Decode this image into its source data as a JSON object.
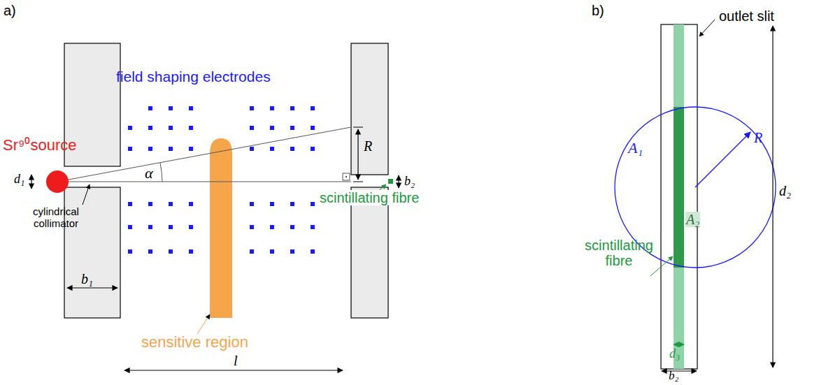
{
  "diagram": {
    "labels": [
      "a)",
      "field shaping electrodes",
      "Sr⁹⁰source",
      "d₁",
      "α",
      "R",
      "b₂",
      "scintillating fibre",
      "cylindrical collimator",
      "b₁",
      "sensitive region",
      "l",
      "b)",
      "outlet slit",
      "A₁",
      "R",
      "d₂",
      "scintillating fibre",
      "A₂",
      "d₃",
      "b₂"
    ]
  }
}
